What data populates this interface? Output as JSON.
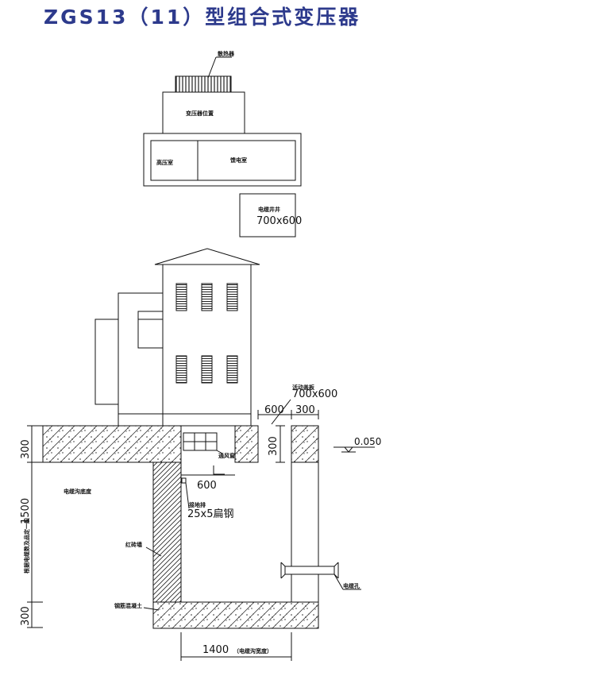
{
  "title": "ZGS13（11）型组合式变压器",
  "plan": {
    "radiator_label": "散热器",
    "transformer_label": "变压器位置",
    "hv_room_label": "高压室",
    "lv_room_label": "馈电室",
    "cable_well_label": "电缆井井",
    "cable_well_size": "700x600"
  },
  "section": {
    "cover_plate_label": "活动盖板",
    "cover_plate_size": "700x600",
    "dim_600_top": "600",
    "dim_300_top": "300",
    "dim_300_left_top": "300",
    "dim_300_right": "300",
    "elevation": "0.050",
    "vent_label": "通风窗",
    "dim_600_inner": "600",
    "ground_bar_label": "接地排",
    "ground_bar_spec": "25x5扁钢",
    "trench_depth_label": "电缆沟底度",
    "dim_1500": "1500",
    "dim_1500_note": "根据电缆数及品定一般",
    "brick_wall_label": "红砖墙",
    "concrete_label": "钢筋混凝土",
    "dim_300_left_bottom": "300",
    "dim_1400": "1400",
    "dim_1400_note": "（电缆沟宽度）",
    "cable_hole_label": "电缆孔"
  },
  "colors": {
    "title": "#2d3a8c",
    "line": "#111111"
  }
}
